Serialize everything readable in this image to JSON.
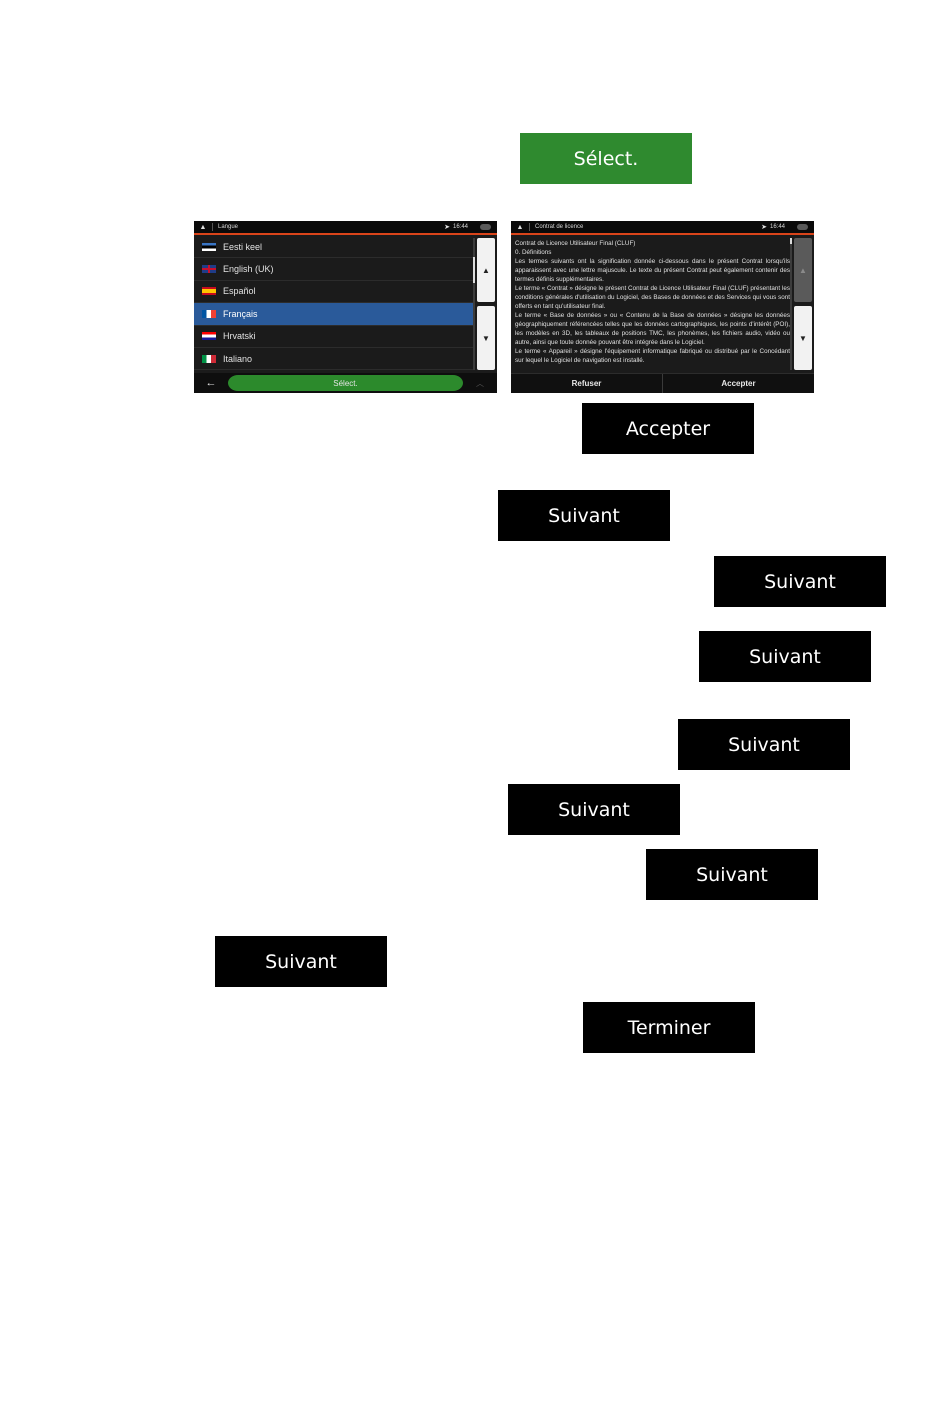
{
  "select_button": {
    "label": "Sélect.",
    "color": "#2f8a2f"
  },
  "language_screen": {
    "title": "Langue",
    "time": "16:44",
    "items": [
      {
        "label": "Eesti keel",
        "flag": "estonia-flag",
        "selected": false
      },
      {
        "label": "English (UK)",
        "flag": "uk-flag",
        "selected": false
      },
      {
        "label": "Español",
        "flag": "spain-flag",
        "selected": false
      },
      {
        "label": "Français",
        "flag": "france-flag",
        "selected": true
      },
      {
        "label": "Hrvatski",
        "flag": "croatia-flag",
        "selected": false
      },
      {
        "label": "Italiano",
        "flag": "italy-flag",
        "selected": false
      }
    ],
    "select_label": "Sélect.",
    "accent_color": "#d9441a",
    "selected_color": "#2a5a9a"
  },
  "license_screen": {
    "title": "Contrat de licence",
    "time": "16:44",
    "text": [
      "Contrat de Licence Utilisateur Final (CLUF)",
      "0. Définitions",
      "Les termes suivants ont la signification donnée ci-dessous dans le présent Contrat lorsqu'ils apparaissent avec une lettre majuscule. Le texte du présent Contrat peut également contenir des termes définis supplémentaires.",
      "Le terme « Contrat » désigne le présent Contrat de Licence Utilisateur Final (CLUF) présentant les conditions générales d'utilisation du Logiciel, des Bases de données et des Services qui vous sont offerts en tant qu'utilisateur final.",
      "Le terme « Base de données » ou « Contenu de la Base de données » désigne les données géographiquement référencées telles que les données cartographiques, les points d'intérêt (POI), les modèles en 3D, les tableaux de positions TMC, les phonèmes, les fichiers audio, vidéo ou autre, ainsi que toute donnée pouvant être intégrée dans le Logiciel.",
      "Le terme « Appareil » désigne l'équipement informatique fabriqué ou distribué par le Concédant sur lequel le Logiciel de navigation est installé."
    ],
    "refuse_label": "Refuser",
    "accept_label": "Accepter"
  },
  "steps": [
    {
      "label": "Accepter"
    },
    {
      "label": "Suivant"
    },
    {
      "label": "Suivant"
    },
    {
      "label": "Suivant"
    },
    {
      "label": "Suivant"
    },
    {
      "label": "Suivant"
    },
    {
      "label": "Suivant"
    },
    {
      "label": "Suivant"
    },
    {
      "label": "Terminer"
    }
  ]
}
